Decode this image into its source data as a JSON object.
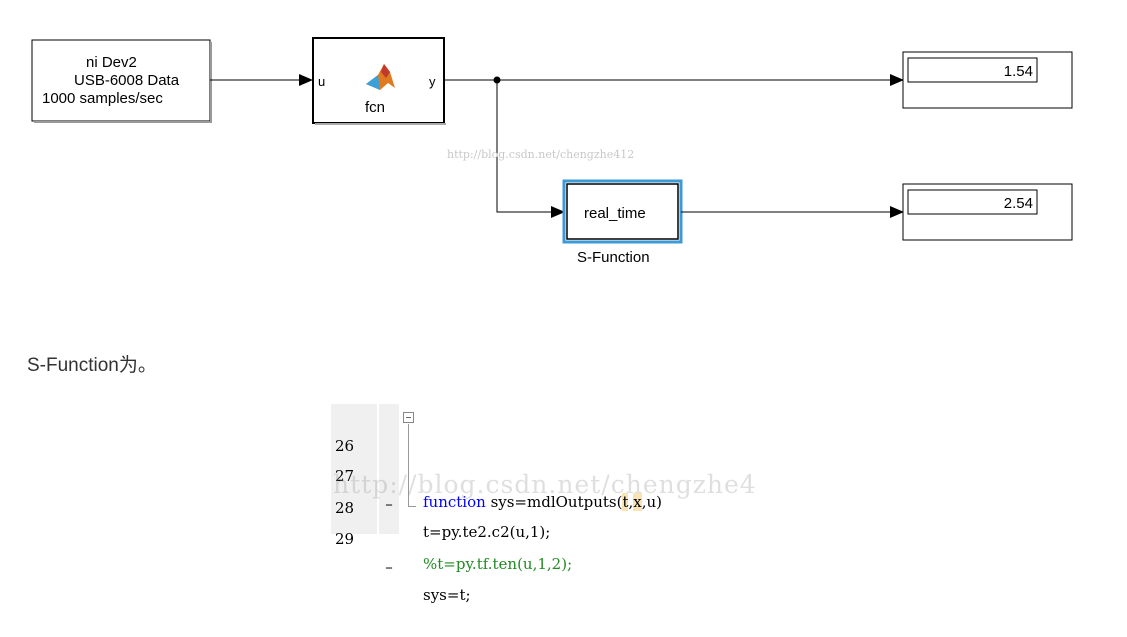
{
  "diagram": {
    "source_block": {
      "line1": "ni Dev2",
      "line2": "USB-6008 Data",
      "line3": "1000 samples/sec"
    },
    "fcn_block": {
      "label": "fcn",
      "in_port": "u",
      "out_port": "y",
      "icon": "matlab-logo-icon"
    },
    "sfunction_block": {
      "label": "real_time",
      "caption": "S-Function"
    },
    "display_top": {
      "value": "1.54"
    },
    "display_bottom": {
      "value": "2.54"
    },
    "watermark": "http://blog.csdn.net/chengzhe412"
  },
  "caption": "S-Function为。",
  "code": {
    "lines": [
      {
        "num": "26",
        "mark": "",
        "text_kw": "function",
        "text_rest": " sys=mdlOutputs(",
        "hl1": "t",
        "sep1": ",",
        "hl2": "x",
        "rest2": ",u)"
      },
      {
        "num": "27",
        "mark": "–",
        "text": "t=py.te2.c2(u,1);"
      },
      {
        "num": "28",
        "mark": "",
        "comment": "%t=py.tf.ten(u,1,2);"
      },
      {
        "num": "29",
        "mark": "–",
        "text": "sys=t;"
      }
    ],
    "watermark": "http://blog.csdn.net/chengzhe4"
  },
  "colors": {
    "keyword": "#0000ff",
    "comment": "#228b22",
    "highlight": "#f7e3b3",
    "sfunction_border": "#3c9ad6",
    "gutter": "#f0f0f0"
  }
}
